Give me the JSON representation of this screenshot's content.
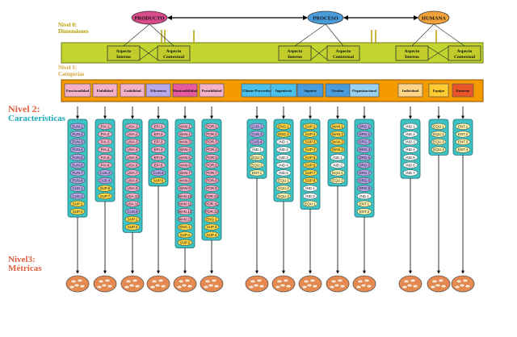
{
  "colors": {
    "dimension_band": "#c2d52f",
    "dimension_border": "#6e7a12",
    "category_band": "#f59a00",
    "column_fill": "#3cc2c2",
    "column_border": "#1f6f78",
    "aspect_box": "#c2cc2a",
    "producto_oval": "#d94a8a",
    "proceso_oval": "#4a9bd9",
    "humana_oval": "#f1a23a",
    "level0_text": "#b5a000",
    "level1_text": "#d9a63a",
    "level2_text": "#e06040",
    "level2_cyan": "#1aa9b8",
    "level3_text": "#e06040",
    "metric_fill": "#e88a50"
  },
  "dimensions": [
    {
      "label": "PRODUCTO"
    },
    {
      "label": "PROCESO"
    },
    {
      "label": "HUMANA"
    }
  ],
  "levels": {
    "level0": "Nivel 0:",
    "level0_sub": "Dimensiones",
    "level1": "Nivel 1:",
    "level1_sub": "Categorías",
    "level2": "Nivel 2:",
    "level2_sub": "Características",
    "level3": "Nivel3:",
    "level3_sub": "Métricas"
  },
  "aspects": [
    {
      "label": "Aspecto Interno"
    },
    {
      "label": "Aspecto Contextual"
    },
    {
      "label": "Aspecto Interno"
    },
    {
      "label": "Aspecto Contextual"
    },
    {
      "label": "Aspecto Interno"
    },
    {
      "label": "Aspecto Contextual"
    }
  ],
  "categories": [
    {
      "label": "Funcionalidad",
      "color": "#f4b0c8"
    },
    {
      "label": "Fiabilidad",
      "color": "#f4b0c8"
    },
    {
      "label": "Usabilidad",
      "color": "#f4b0c8"
    },
    {
      "label": "Eficiencia",
      "color": "#b8a8e8"
    },
    {
      "label": "Mantenibilidad",
      "color": "#e85aa0"
    },
    {
      "label": "Portabilidad",
      "color": "#f4b0c8"
    },
    {
      "label": "Cliente Proveedor",
      "color": "#4ac0e8"
    },
    {
      "label": "Ingeniería",
      "color": "#4ac0e8"
    },
    {
      "label": "Soporte",
      "color": "#4a9bd9"
    },
    {
      "label": "Gestión",
      "color": "#4a9bd9"
    },
    {
      "label": "Organizacional",
      "color": "#9ad0f0"
    },
    {
      "label": "Individual",
      "color": "#ffd58a"
    },
    {
      "label": "Equipo",
      "color": "#ffcc33"
    },
    {
      "label": "Entorno",
      "color": "#e8552a"
    }
  ],
  "columns": [
    {
      "items": [
        {
          "t": "FUN.1",
          "c": "#b8a8e8"
        },
        {
          "t": "FUN.2",
          "c": "#b8a8e8"
        },
        {
          "t": "FUN.3",
          "c": "#b8a8e8"
        },
        {
          "t": "FUN.4",
          "c": "#b8a8e8"
        },
        {
          "t": "FUN.5",
          "c": "#b8a8e8"
        },
        {
          "t": "FUN.6",
          "c": "#b8a8e8"
        },
        {
          "t": "FUN.7",
          "c": "#b8a8e8"
        },
        {
          "t": "FUN.8",
          "c": "#b8a8e8"
        },
        {
          "t": "CUS.1",
          "c": "#b8a8e8"
        },
        {
          "t": "CUS.2",
          "c": "#b8a8e8"
        },
        {
          "t": "SUP.2",
          "c": "#ffd84a"
        },
        {
          "t": "SUP.4",
          "c": "#ffd84a"
        }
      ]
    },
    {
      "items": [
        {
          "t": "FIA.1",
          "c": "#f4b0c8"
        },
        {
          "t": "FIA.2",
          "c": "#f4b0c8"
        },
        {
          "t": "FIA.3",
          "c": "#f4b0c8"
        },
        {
          "t": "FIA.4",
          "c": "#f4b0c8"
        },
        {
          "t": "FIA.5",
          "c": "#f4b0c8"
        },
        {
          "t": "FIA.6",
          "c": "#f4b0c8"
        },
        {
          "t": "CUS.3",
          "c": "#b8a8e8"
        },
        {
          "t": "CUS.4",
          "c": "#b8a8e8"
        },
        {
          "t": "SUP.6",
          "c": "#ffd84a"
        },
        {
          "t": "SUP.7",
          "c": "#ffd84a"
        }
      ]
    },
    {
      "items": [
        {
          "t": "USA.1",
          "c": "#f4b0c8"
        },
        {
          "t": "USA.2",
          "c": "#f4b0c8"
        },
        {
          "t": "USA.3",
          "c": "#f4b0c8"
        },
        {
          "t": "USA.4",
          "c": "#f4b0c8"
        },
        {
          "t": "USA.5",
          "c": "#f4b0c8"
        },
        {
          "t": "USA.6",
          "c": "#f4b0c8"
        },
        {
          "t": "USA.7",
          "c": "#f4b0c8"
        },
        {
          "t": "USA.8",
          "c": "#f4b0c8"
        },
        {
          "t": "USA.9",
          "c": "#f4b0c8"
        },
        {
          "t": "USA.10",
          "c": "#f4b0c8"
        },
        {
          "t": "USA.11",
          "c": "#f4b0c8"
        },
        {
          "t": "CUS.5",
          "c": "#b8a8e8"
        },
        {
          "t": "SUP.1",
          "c": "#ffd84a"
        },
        {
          "t": "SUP.3",
          "c": "#ffd84a"
        }
      ]
    },
    {
      "items": [
        {
          "t": "EFI.1",
          "c": "#f4b0c8"
        },
        {
          "t": "EFI.2",
          "c": "#f4b0c8"
        },
        {
          "t": "EFI.3",
          "c": "#f4b0c8"
        },
        {
          "t": "EFI.4",
          "c": "#f4b0c8"
        },
        {
          "t": "EFI.5",
          "c": "#f4b0c8"
        },
        {
          "t": "EFI.6",
          "c": "#f4b0c8"
        },
        {
          "t": "CUS.6",
          "c": "#b8a8e8"
        },
        {
          "t": "SUP.5",
          "c": "#ffd84a"
        }
      ]
    },
    {
      "items": [
        {
          "t": "MAN.1",
          "c": "#f4b0c8"
        },
        {
          "t": "MAN.2",
          "c": "#f4b0c8"
        },
        {
          "t": "MAN.3",
          "c": "#f4b0c8"
        },
        {
          "t": "MAN.4",
          "c": "#f4b0c8"
        },
        {
          "t": "MAN.5",
          "c": "#f4b0c8"
        },
        {
          "t": "MAN.6",
          "c": "#f4b0c8"
        },
        {
          "t": "MAN.7",
          "c": "#f4b0c8"
        },
        {
          "t": "MAN.8",
          "c": "#f4b0c8"
        },
        {
          "t": "MAN.9",
          "c": "#f4b0c8"
        },
        {
          "t": "MAN.10",
          "c": "#f4b0c8"
        },
        {
          "t": "MAN.11",
          "c": "#f4b0c8"
        },
        {
          "t": "MAN.12",
          "c": "#f4b0c8"
        },
        {
          "t": "MAN.13",
          "c": "#f4b0c8"
        },
        {
          "t": "ENG.1",
          "c": "#ffd84a"
        },
        {
          "t": "SUP.1",
          "c": "#ffd84a"
        },
        {
          "t": "SUP.2",
          "c": "#ffd84a"
        }
      ]
    },
    {
      "items": [
        {
          "t": "POR.1",
          "c": "#f4b0c8"
        },
        {
          "t": "POR.2",
          "c": "#f4b0c8"
        },
        {
          "t": "POR.3",
          "c": "#f4b0c8"
        },
        {
          "t": "POR.4",
          "c": "#f4b0c8"
        },
        {
          "t": "POR.5",
          "c": "#f4b0c8"
        },
        {
          "t": "POR.6",
          "c": "#f4b0c8"
        },
        {
          "t": "POR.7",
          "c": "#f4b0c8"
        },
        {
          "t": "POR.8",
          "c": "#f4b0c8"
        },
        {
          "t": "POR.9",
          "c": "#f4b0c8"
        },
        {
          "t": "POR.10",
          "c": "#f4b0c8"
        },
        {
          "t": "POR.11",
          "c": "#f4b0c8"
        },
        {
          "t": "POR.12",
          "c": "#f4b0c8"
        },
        {
          "t": "ENG.1",
          "c": "#ffd84a"
        },
        {
          "t": "SUP.3",
          "c": "#ffd84a"
        },
        {
          "t": "SUP.4",
          "c": "#ffd84a"
        }
      ]
    },
    {
      "items": [
        {
          "t": "CUS.1",
          "c": "#b8a8e8"
        },
        {
          "t": "CUS.3",
          "c": "#b8a8e8"
        },
        {
          "t": "CUS.4",
          "c": "#b8a8e8"
        },
        {
          "t": "IND.1",
          "c": "#ffffff"
        },
        {
          "t": "EQU.1",
          "c": "#fff6b0"
        },
        {
          "t": "EQU.2",
          "c": "#fff6b0"
        },
        {
          "t": "ENT.1",
          "c": "#fff6b0"
        }
      ]
    },
    {
      "items": [
        {
          "t": "ENG.1",
          "c": "#ffd84a"
        },
        {
          "t": "ENG.2",
          "c": "#ffd84a"
        },
        {
          "t": "IND.1",
          "c": "#ffffff"
        },
        {
          "t": "IND.2",
          "c": "#ffffff"
        },
        {
          "t": "IND.3",
          "c": "#ffffff"
        },
        {
          "t": "IND.4",
          "c": "#ffffff"
        },
        {
          "t": "IND.5",
          "c": "#ffffff"
        },
        {
          "t": "EQU.1",
          "c": "#fff6b0"
        },
        {
          "t": "EQU.2",
          "c": "#fff6b0"
        },
        {
          "t": "EQU.3",
          "c": "#fff6b0"
        }
      ]
    },
    {
      "items": [
        {
          "t": "SUP.1",
          "c": "#ffd84a"
        },
        {
          "t": "SUP.2",
          "c": "#ffd84a"
        },
        {
          "t": "SUP.3",
          "c": "#ffd84a"
        },
        {
          "t": "SUP.4",
          "c": "#ffd84a"
        },
        {
          "t": "SUP.5",
          "c": "#ffd84a"
        },
        {
          "t": "SUP.6",
          "c": "#ffd84a"
        },
        {
          "t": "SUP.7",
          "c": "#ffd84a"
        },
        {
          "t": "SUP.8",
          "c": "#ffd84a"
        },
        {
          "t": "IND.1",
          "c": "#ffffff"
        },
        {
          "t": "IND.2",
          "c": "#ffffff"
        },
        {
          "t": "EQU.1",
          "c": "#fff6b0"
        }
      ]
    },
    {
      "items": [
        {
          "t": "MAN.1",
          "c": "#ffd84a"
        },
        {
          "t": "MAN.2",
          "c": "#ffd84a"
        },
        {
          "t": "MAN.3",
          "c": "#ffd84a"
        },
        {
          "t": "MAN.4",
          "c": "#ffd84a"
        },
        {
          "t": "IND.1",
          "c": "#ffffff"
        },
        {
          "t": "IND.2",
          "c": "#ffffff"
        },
        {
          "t": "EQU.1",
          "c": "#fff6b0"
        },
        {
          "t": "EQU.2",
          "c": "#fff6b0"
        }
      ]
    },
    {
      "items": [
        {
          "t": "ORG.1",
          "c": "#b8a8e8"
        },
        {
          "t": "ORG.2",
          "c": "#b8a8e8"
        },
        {
          "t": "ORG.3",
          "c": "#b8a8e8"
        },
        {
          "t": "ORG.4",
          "c": "#b8a8e8"
        },
        {
          "t": "ORG.5",
          "c": "#b8a8e8"
        },
        {
          "t": "ORG.6",
          "c": "#b8a8e8"
        },
        {
          "t": "ORG.7",
          "c": "#b8a8e8"
        },
        {
          "t": "ORG.8",
          "c": "#b8a8e8"
        },
        {
          "t": "ORG.9",
          "c": "#b8a8e8"
        },
        {
          "t": "IND.1",
          "c": "#ffffff"
        },
        {
          "t": "ENT.1",
          "c": "#fff6b0"
        },
        {
          "t": "ENT.2",
          "c": "#fff6b0"
        }
      ]
    },
    {
      "items": [
        {
          "t": "IND.1",
          "c": "#ffffff"
        },
        {
          "t": "IND.2",
          "c": "#ffffff"
        },
        {
          "t": "IND.3",
          "c": "#ffffff"
        },
        {
          "t": "IND.4",
          "c": "#ffffff"
        },
        {
          "t": "IND.5",
          "c": "#ffffff"
        },
        {
          "t": "IND.6",
          "c": "#ffffff"
        },
        {
          "t": "IND.7",
          "c": "#ffffff"
        }
      ]
    },
    {
      "items": [
        {
          "t": "EQU.1",
          "c": "#fff6b0"
        },
        {
          "t": "EQU.2",
          "c": "#fff6b0"
        },
        {
          "t": "EQU.3",
          "c": "#fff6b0"
        },
        {
          "t": "EQU.4",
          "c": "#fff6b0"
        }
      ]
    },
    {
      "items": [
        {
          "t": "ENT.1",
          "c": "#fff6b0"
        },
        {
          "t": "ENT.2",
          "c": "#fff6b0"
        },
        {
          "t": "ENT.3",
          "c": "#fff6b0"
        },
        {
          "t": "ENT.4",
          "c": "#fff6b0"
        }
      ]
    }
  ]
}
